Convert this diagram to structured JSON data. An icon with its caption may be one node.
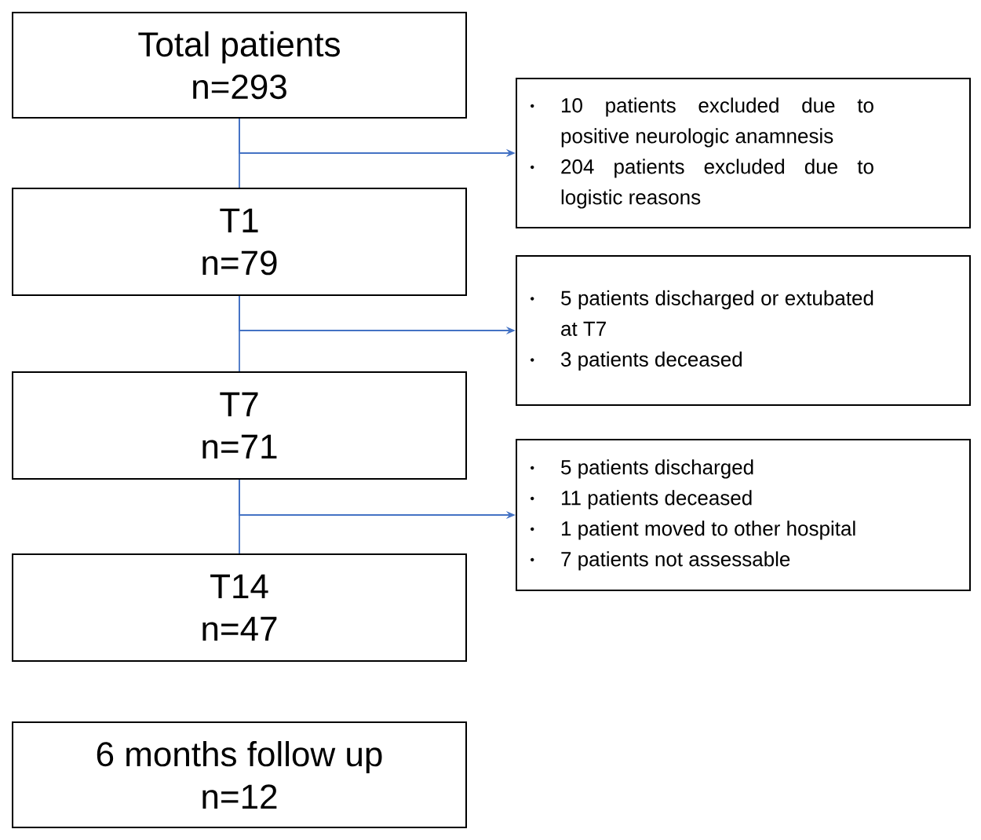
{
  "diagram": {
    "nodes": [
      {
        "text": [
          "Total patients",
          "n=293"
        ]
      },
      {
        "text": [
          "10 patients excluded due to positive neurologic anamnesis",
          "204 patients excluded due to logistic reasons"
        ]
      },
      {
        "text": [
          "T1",
          "n=79"
        ]
      },
      {
        "text": [
          "5 patients discharged or extubated at T7",
          "3 patients deceased"
        ]
      },
      {
        "text": [
          "T7",
          "n=71"
        ]
      },
      {
        "text": [
          "5 patients discharged",
          "11 patients deceased",
          "1 patient moved to other hospital",
          "7 patients not assessable"
        ]
      },
      {
        "text": [
          "T14",
          "n=47"
        ]
      },
      {
        "text": [
          "6 months follow up",
          "n=12"
        ]
      }
    ],
    "edges": [
      {
        "from": 0,
        "to": 2,
        "arrow": "none"
      },
      {
        "from": 0,
        "to": 1,
        "arrow": "to"
      },
      {
        "from": 2,
        "to": 4,
        "arrow": "none"
      },
      {
        "from": 2,
        "to": 3,
        "arrow": "to"
      },
      {
        "from": 4,
        "to": 6,
        "arrow": "none"
      },
      {
        "from": 4,
        "to": 5,
        "arrow": "to"
      }
    ]
  }
}
